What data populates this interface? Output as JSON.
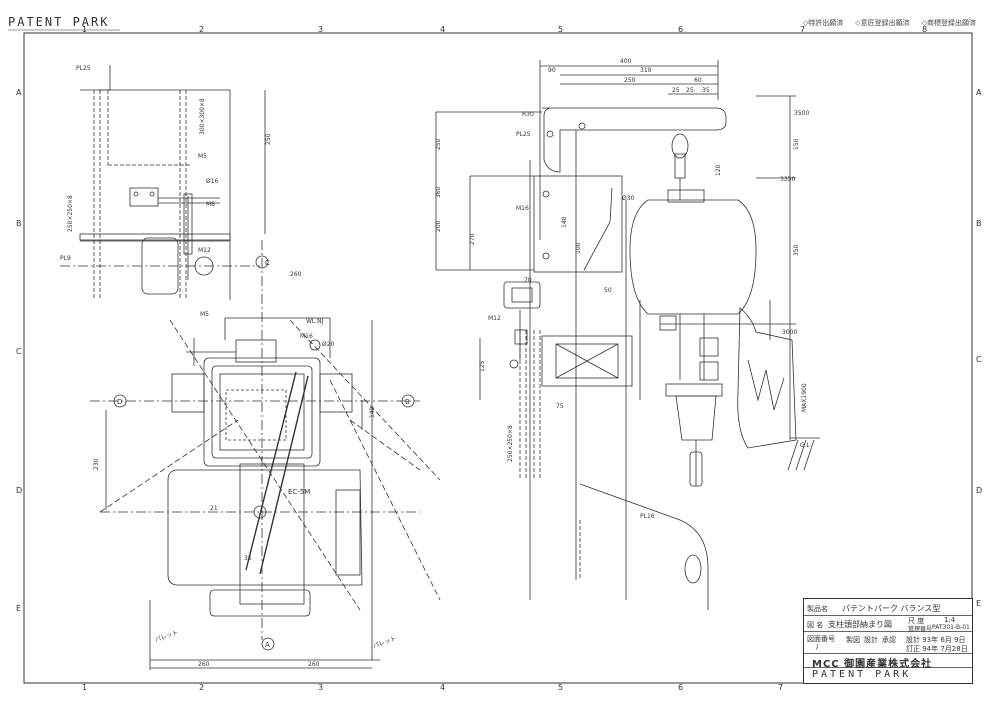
{
  "header": {
    "brand": "PATENT PARK",
    "checks": [
      "◇特許出願済",
      "◇意匠登録出願済",
      "◇商標登録出願済"
    ]
  },
  "grid": {
    "cols": [
      "1",
      "2",
      "3",
      "4",
      "5",
      "6",
      "7",
      "8"
    ],
    "rows": [
      "A",
      "B",
      "C",
      "D",
      "E"
    ]
  },
  "labels": {
    "pl25_top": "PL25",
    "pl9": "PL9",
    "pl25_right": "PL25",
    "pl16": "PL16",
    "m5_top": "M5",
    "m5_mid": "M5",
    "m6": "M6",
    "m12_left": "M12",
    "m12_right": "M12",
    "m16_left": "M16",
    "m16_right": "M16",
    "phi16": "Ø16",
    "phi20": "Ø20",
    "phi30": "Ø30",
    "wl": "WL.NJ",
    "ec": "EC-5M",
    "r30": "R30",
    "gl": "G.L",
    "a": "A",
    "b": "B",
    "c": "C",
    "d": "D",
    "pallet_left": "パレット",
    "pallet_right": "パレット",
    "vert_spec": "250×250×8",
    "vert_spec2": "300×300×8",
    "vert_spec3": "250×250×8"
  },
  "dims": {
    "d400": "400",
    "d90": "90",
    "d310": "310",
    "d250": "250",
    "d60": "60",
    "d25a": "25",
    "d25b": "25",
    "d35": "35",
    "d3500": "3500",
    "d3350": "3350",
    "d3000": "3000",
    "d150": "150",
    "d350": "350",
    "d360": "360",
    "d200": "200",
    "d270": "270",
    "d140": "140",
    "d100": "100",
    "d120": "120",
    "d50": "50",
    "d70": "70",
    "d75": "75",
    "d125": "125",
    "d1900": "MAX1900",
    "d260a": "260",
    "d260b": "260",
    "d260c": "260",
    "d230": "230",
    "d250b": "250",
    "d250c": "250",
    "d21": "21",
    "d35b": "35"
  },
  "title_block": {
    "product_label": "製品名",
    "product": "パテントパーク  バランス型",
    "drawing_label": "図 名",
    "drawing": "支柱頭部納まり図",
    "scale_label": "尺 度",
    "scale": "1:4",
    "number_label": "管理番号",
    "number": "PAT301-B-01",
    "drawing_no_label": "図面番号",
    "drawing_no": "/",
    "roles": [
      "製図",
      "設計",
      "承認"
    ],
    "date1": "設計 93年  6月  9日",
    "date2": "訂正 94年  7月28日",
    "company": "MCC  御園産業株式会社",
    "brand": "PATENT  PARK"
  }
}
